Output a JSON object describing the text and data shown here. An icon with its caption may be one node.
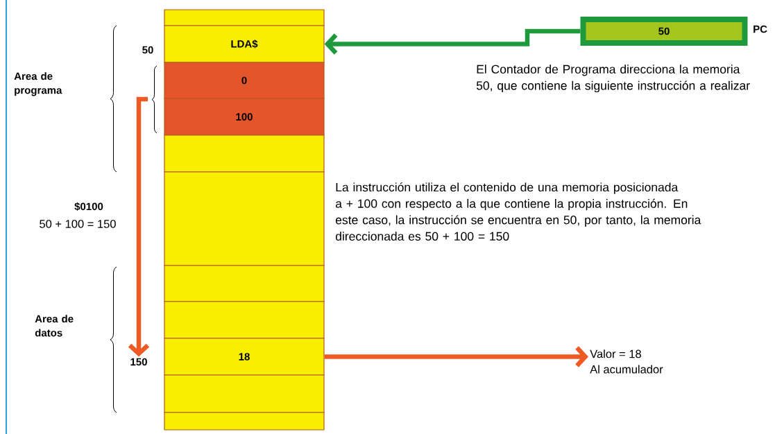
{
  "diagram": {
    "nodes": [
      {
        "text": [],
        "shape": "box"
      },
      {
        "text": [
          "LDA$"
        ]
      },
      {
        "text": [
          "0"
        ]
      },
      {
        "text": [
          "100"
        ]
      },
      {
        "text": [],
        "shape": "box"
      },
      {
        "text": [],
        "shape": "box"
      },
      {
        "text": [],
        "shape": "box"
      },
      {
        "text": [],
        "shape": "box"
      },
      {
        "text": [
          "18"
        ]
      },
      {
        "text": [],
        "shape": "box"
      },
      {
        "text": [],
        "shape": "box"
      },
      {
        "text": [
          "50",
          "PC"
        ]
      },
      {
        "text": [
          "150"
        ]
      },
      {
        "text": [
          "Valor = 18",
          "Al acumulador"
        ]
      }
    ],
    "edges": [
      {
        "from": 11,
        "to": 1,
        "arrow": "to",
        "color": "#1e9a3c"
      },
      {
        "from": null,
        "to": 12,
        "arrow": "to"
      },
      {
        "from": 8,
        "to": 13,
        "arrow": "to"
      }
    ],
    "labels": [
      "50",
      "Area de programa",
      "El Contador de Programa direcciona la memoria 50, que contiene la siguiente instrucción a realizar",
      "$0100",
      "50 + 100 = 150",
      "La instrucción utiliza el contenido de una memoria posicionada a + 100 con respecto a la que contiene la propia instrucción. En este caso, la instrucción se encuentra en 50, por tanto, la memoria direccionada es 50 + 100 = 150",
      "Area de datos"
    ]
  }
}
